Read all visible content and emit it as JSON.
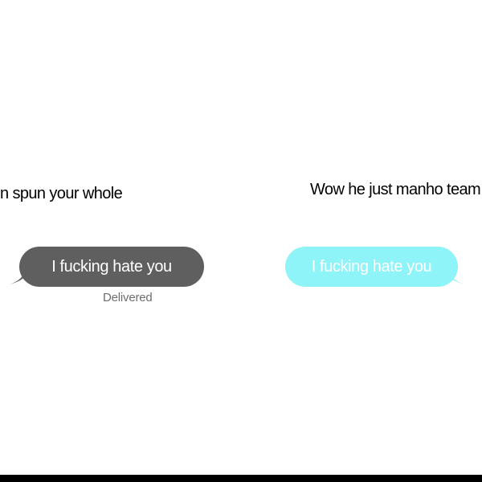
{
  "left_panel": {
    "caption": "n spun your whole",
    "message": {
      "text": "I fucking hate you",
      "status": "Delivered",
      "bubble_color": "#5f5f5f"
    }
  },
  "right_panel": {
    "caption": "Wow he just manho team",
    "message": {
      "text": "I fucking hate you",
      "bubble_color": "#8ff4f8"
    }
  }
}
